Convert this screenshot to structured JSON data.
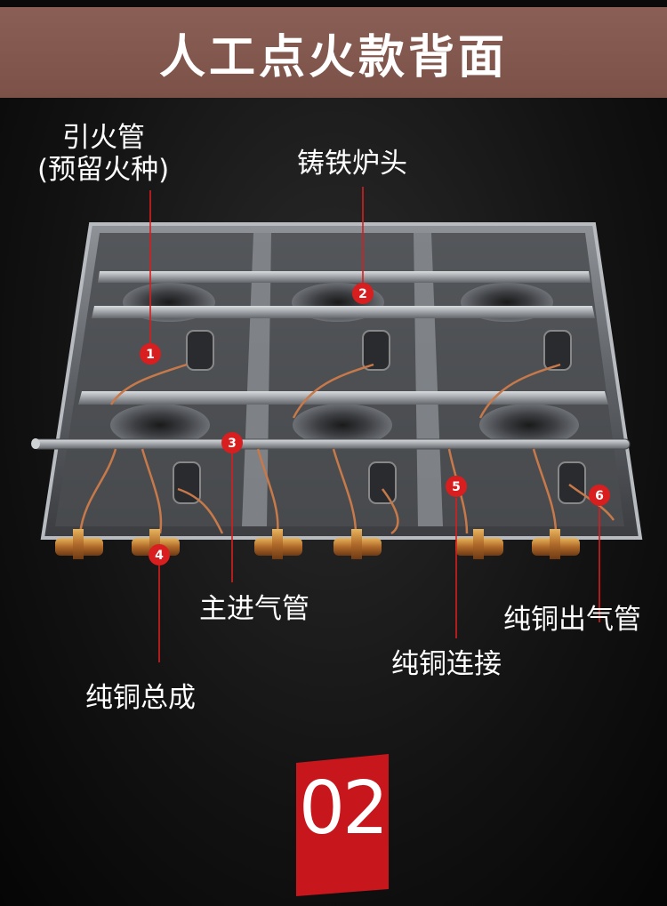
{
  "header": {
    "title": "人工点火款背面"
  },
  "callouts": [
    {
      "id": "1",
      "label_line1": "引火管",
      "label_line2": "(预留火种)"
    },
    {
      "id": "2",
      "label": "铸铁炉头"
    },
    {
      "id": "3",
      "label": "主进气管"
    },
    {
      "id": "4",
      "label": "纯铜总成"
    },
    {
      "id": "5",
      "label": "纯铜连接"
    },
    {
      "id": "6",
      "label": "纯铜出气管"
    }
  ],
  "section_number": "02",
  "colors": {
    "banner": "#7f554b",
    "marker": "#d81e1e",
    "badge": "#c8161d",
    "background": "#141414"
  }
}
